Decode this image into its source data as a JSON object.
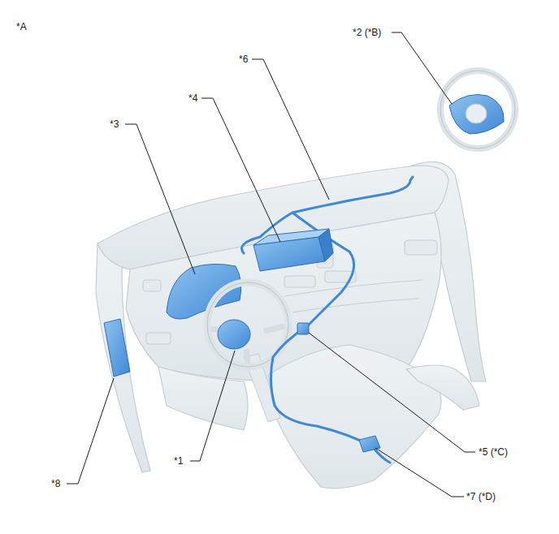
{
  "diagram": {
    "labels": [
      "*A",
      "*2 (*B)",
      "*6",
      "*4",
      "*3",
      "*1",
      "*5 (*C)",
      "*7 (*D)",
      "*8"
    ]
  }
}
